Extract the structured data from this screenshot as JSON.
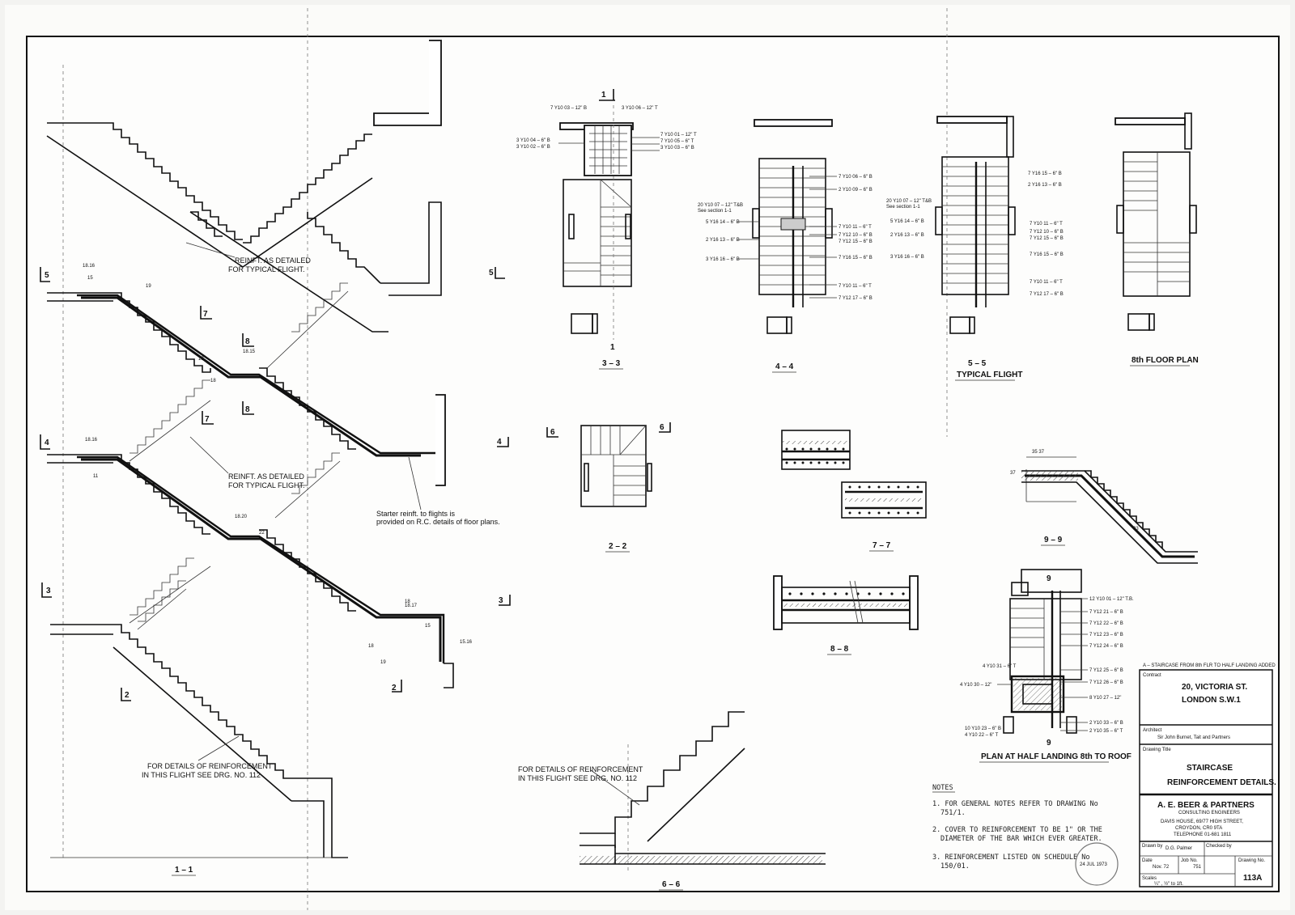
{
  "sections": {
    "s11": "1 – 1",
    "s22": "2 – 2",
    "s33": "3 – 3",
    "s44": "4 – 4",
    "s55": "5 – 5",
    "typical_flight": "TYPICAL FLIGHT",
    "floor_plan_8": "8th FLOOR PLAN",
    "s66": "6 – 6",
    "s77": "7 – 7",
    "s88": "8 – 8",
    "s99": "9 – 9",
    "plan_half_landing": "PLAN AT HALF LANDING 8th TO ROOF"
  },
  "markers": {
    "m5": "5",
    "m4": "4",
    "m3": "3",
    "m2": "2",
    "m7": "7",
    "m8": "8",
    "m6": "6",
    "m1": "1",
    "m9": "9"
  },
  "annotations": {
    "reinf_typical_1": "REINFT. AS DETAILED\nFOR TYPICAL FLIGHT.",
    "reinf_typical_2": "REINFT. AS DETAILED\nFOR TYPICAL FLIGHT.",
    "starter": "Starter reinft. to flights is\nprovided on R.C. details of floor plans.",
    "details_reinf_1": "FOR DETAILS OF REINFORCEMENT\nIN THIS FLIGHT SEE DRG. NO. 112",
    "details_reinf_2": "FOR DETAILS OF REINFORCEMENT\nIN THIS FLIGHT SEE DRG. NO. 112"
  },
  "notes": {
    "heading": "NOTES",
    "n1": "1. FOR GENERAL NOTES REFER TO DRAWING No 751/1.",
    "n2": "2. COVER TO REINFORCEMENT TO BE 1\" OR THE DIAMETER OF THE BAR WHICH EVER GREATER.",
    "n3": "3. REINFORCEMENT LISTED ON SCHEDULE No 150/01."
  },
  "stamp": "24 JUL 1973",
  "title_block": {
    "revision_note": "A – STAIRCASE FROM 8th FLR TO HALF LANDING ADDED",
    "project_label": "Contract",
    "project_line1": "20, VICTORIA ST.",
    "project_line2": "LONDON S.W.1",
    "architect_label": "Architect",
    "architect": "Sir John Burnet, Tait and Partners",
    "drawing_title_label": "Drawing Title",
    "title_line1": "STAIRCASE",
    "title_line2": "REINFORCEMENT DETAILS.",
    "firm": "A. E. BEER & PARTNERS",
    "firm_sub": "CONSULTING ENGINEERS",
    "address1": "DAVIS HOUSE, 69/77 HIGH STREET,",
    "address2": "CROYDON, CR0 9TA",
    "address3": "TELEPHONE 01-681 1811",
    "drawn_label": "Drawn by",
    "drawn_by": "D.G. Palmer",
    "checked_label": "Checked by",
    "date_label": "Date",
    "date": "Nov. 72",
    "job_label": "Job No.",
    "job_no": "751",
    "drawing_no_label": "Drawing No.",
    "drawing_no": "113A",
    "scale_label": "Scales",
    "scale": "¼\" , ½\" to 1ft."
  },
  "bar_marks": {
    "b1": "7 Y10 03 – 12\" B",
    "b2": "3 Y10 06 – 12\" T",
    "b3": "3 Y10 04 – 6\" B",
    "b4": "3 Y10 02 – 6\" B",
    "b5": "7 Y10 01 – 12\" T",
    "b6": "7 Y10 05 – 6\" T",
    "b7": "3 Y10 03 – 6\" B",
    "b8": "7 Y10 06 – 6\" B",
    "b9": "2 Y10 09 – 6\" B",
    "b10": "20 Y10 07 – 12\" T&B",
    "b10b": "See section 1-1",
    "b11": "5 Y16 14 – 6\" B",
    "b12": "2 Y16 13 – 6\" B",
    "b13": "3 Y16 16 – 6\" B",
    "b14": "7 Y10 11 – 6\" T",
    "b15": "7 Y12 10 – 6\" B",
    "b16": "7 Y12 15 – 6\" B",
    "b17": "7 Y10 11 – 6\" T",
    "b18": "7 Y12 17 – 6\" B",
    "b19": "7 Y16 15 – 6\" B",
    "b20": "2 Y16 13 – 6\" B",
    "c1": "12 Y10 01 – 12\" T.B.",
    "c2": "7 Y12 21 – 6\" B",
    "c3": "7 Y12 22 – 6\" B",
    "c4": "7 Y12 23 – 6\" B",
    "c5": "7 Y12 24 – 6\" B",
    "c6": "7 Y12 25 – 6\" B",
    "c7": "7 Y12 26 – 6\" B",
    "c8": "8 Y10 27 – 12\"",
    "c9": "4 Y10 31 – 6\" T",
    "c10": "4 Y10 30 – 12\"",
    "c11": "2 Y10 33 – 6\" B",
    "c12": "2 Y10 35 – 6\" T",
    "c13": "10 Y10 23 – 6\" B",
    "c14": "4 Y10 22 – 6\" T"
  }
}
